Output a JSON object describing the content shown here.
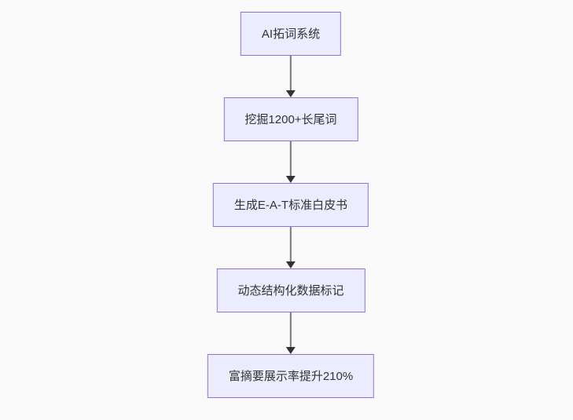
{
  "flowchart": {
    "type": "flowchart",
    "direction": "top-down",
    "nodes": [
      {
        "id": "n1",
        "label": "AI拓词系统"
      },
      {
        "id": "n2",
        "label": "挖掘1200+长尾词"
      },
      {
        "id": "n3",
        "label": "生成E-A-T标准白皮书"
      },
      {
        "id": "n4",
        "label": "动态结构化数据标记"
      },
      {
        "id": "n5",
        "label": "富摘要展示率提升210%"
      }
    ],
    "edges": [
      {
        "from": "n1",
        "to": "n2",
        "style": "arrow-down"
      },
      {
        "from": "n2",
        "to": "n3",
        "style": "arrow-down"
      },
      {
        "from": "n3",
        "to": "n4",
        "style": "arrow-down"
      },
      {
        "from": "n4",
        "to": "n5",
        "style": "arrow-down"
      }
    ],
    "colors": {
      "background": "#fafafa",
      "node_fill": "#ECECFF",
      "node_border": "#9370DB",
      "node_text": "#333333",
      "edge_line": "#787878",
      "arrowhead": "#333333"
    }
  }
}
